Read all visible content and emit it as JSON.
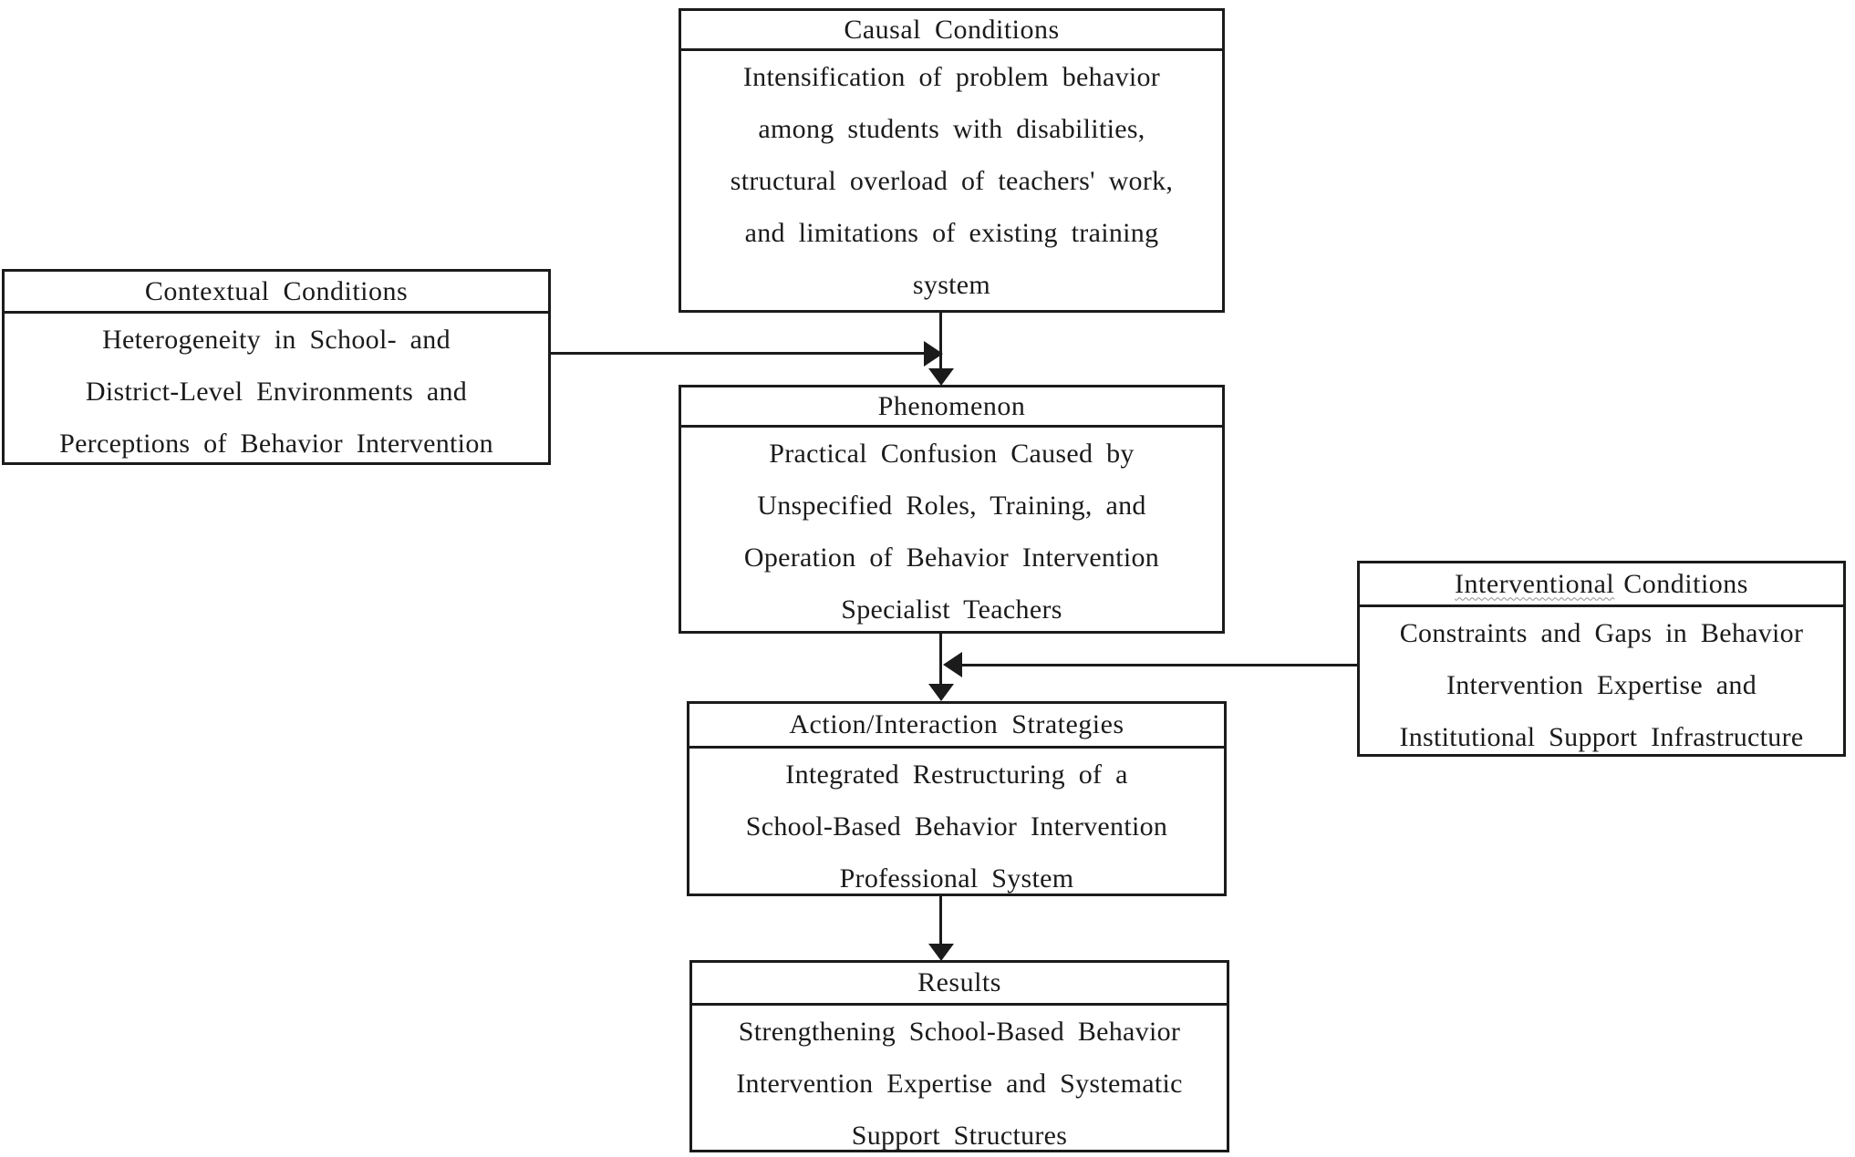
{
  "diagram": {
    "background_color": "#ffffff",
    "line_color": "#1b1b1b",
    "boxes": {
      "causal": {
        "title": "Causal Conditions",
        "body": "Intensification of problem behavior\namong students with disabilities,\nstructural overload of teachers' work,\nand limitations of existing training\nsystem"
      },
      "contextual": {
        "title": "Contextual Conditions",
        "body": "Heterogeneity in School- and\nDistrict-Level Environments and\nPerceptions of Behavior Intervention"
      },
      "phenomenon": {
        "title": "Phenomenon",
        "body": "Practical Confusion Caused by\nUnspecified Roles, Training, and\nOperation of Behavior Intervention\nSpecialist Teachers"
      },
      "interventional": {
        "title_part1": "Interventional",
        "title_part2": "Conditions",
        "body": "Constraints and Gaps in Behavior\nIntervention Expertise and\nInstitutional Support Infrastructure"
      },
      "action": {
        "title": "Action/Interaction Strategies",
        "body": "Integrated Restructuring of a\nSchool-Based Behavior Intervention\nProfessional System"
      },
      "results": {
        "title": "Results",
        "body": "Strengthening School-Based Behavior\nIntervention Expertise and Systematic\nSupport Structures"
      }
    }
  }
}
